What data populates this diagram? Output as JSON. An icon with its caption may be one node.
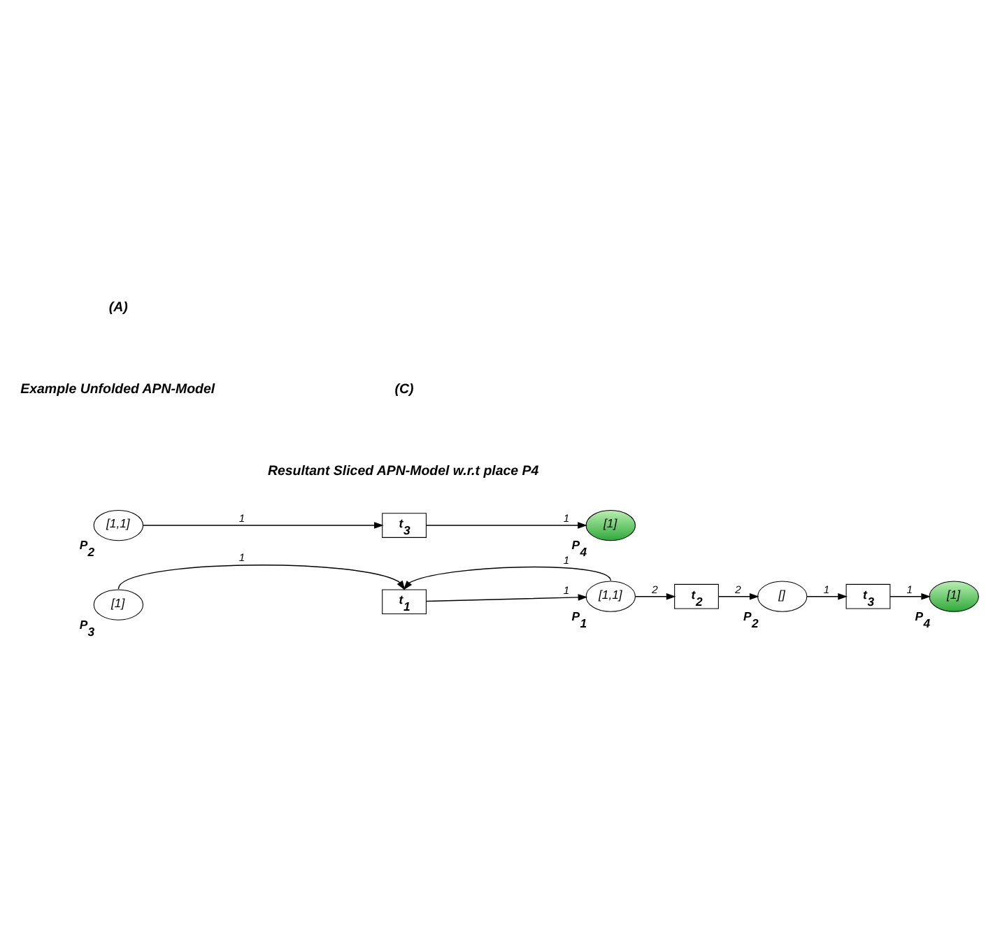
{
  "diagram": {
    "nodes": [
      {
        "text": [
          "t$_{1}$"
        ]
      },
      {
        "text": [
          "[1]"
        ],
        "beside": [
          "P$_{3}$"
        ]
      },
      {
        "text": [
          "[1]"
        ],
        "beside": [
          "P$_{4}$"
        ]
      },
      {
        "text": [
          "[1,1]"
        ],
        "beside": [
          "P$_{1}$"
        ]
      },
      {
        "text": [
          "t$_{2}$"
        ]
      },
      {
        "text": [
          "[]"
        ],
        "beside": [
          "P$_{2}$"
        ]
      },
      {
        "text": [
          "t$_{3}$"
        ]
      },
      {
        "text": [
          "[1]"
        ],
        "beside": [
          "P$_{4}$"
        ]
      },
      {
        "text": [
          "[1,1]"
        ],
        "beside": [
          "P$_{2}$"
        ]
      },
      {
        "text": [
          "t$_{3}$"
        ]
      }
    ],
    "edges": [
      {
        "from": 1,
        "to": 0,
        "arrow": "to",
        "label": "1"
      },
      {
        "from": 3,
        "to": 0,
        "arrow": "to",
        "label": "1"
      },
      {
        "from": 0,
        "to": 3,
        "arrow": "to",
        "label": "1"
      },
      {
        "from": 3,
        "to": 4,
        "arrow": "to",
        "label": "2"
      },
      {
        "from": 4,
        "to": 5,
        "arrow": "to",
        "label": "2"
      },
      {
        "from": 5,
        "to": 6,
        "arrow": "to",
        "label": "1"
      },
      {
        "from": 6,
        "to": 2,
        "arrow": "to",
        "label": "1"
      },
      {
        "from": 8,
        "to": 9,
        "arrow": "to",
        "label": "1"
      },
      {
        "from": 9,
        "to": 7,
        "arrow": "to",
        "label": "1"
      }
    ],
    "labels": [
      "(A)",
      "Example Unfolded APN-Model",
      "(C)",
      "Resultant Sliced APN-Model w.r.t place P4"
    ]
  }
}
